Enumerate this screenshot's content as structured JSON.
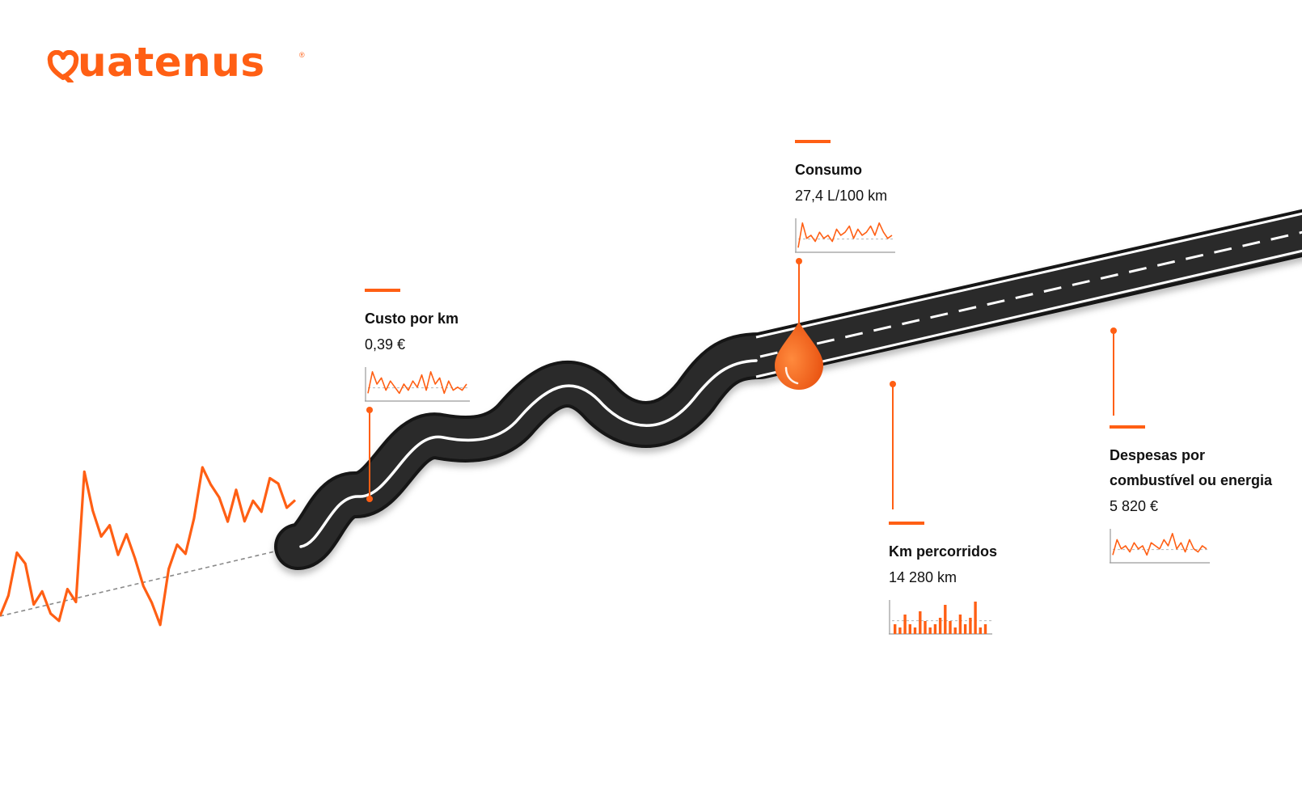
{
  "brand": {
    "name": "uatenus",
    "registered_mark": "®",
    "logo_icon": "heart-q-icon",
    "color": "#FF5F14"
  },
  "colors": {
    "accent": "#FF5F14",
    "road": "#1a1a1a",
    "road_edge": "#000000",
    "lane_marking": "#ffffff"
  },
  "metrics": [
    {
      "id": "custo",
      "title": "Custo por km",
      "value": "0,39 €",
      "spark_type": "line",
      "spark": [
        0.2,
        0.9,
        0.5,
        0.7,
        0.3,
        0.6,
        0.4,
        0.2,
        0.5,
        0.3,
        0.6,
        0.4,
        0.8,
        0.3,
        0.9,
        0.5,
        0.7,
        0.2,
        0.6,
        0.3,
        0.4,
        0.3,
        0.5
      ]
    },
    {
      "id": "consumo",
      "title": "Consumo",
      "value": "27,4 L/100 km",
      "spark_type": "line",
      "spark": [
        0.1,
        0.9,
        0.4,
        0.5,
        0.3,
        0.6,
        0.4,
        0.5,
        0.3,
        0.7,
        0.5,
        0.6,
        0.8,
        0.4,
        0.7,
        0.5,
        0.6,
        0.8,
        0.5,
        0.9,
        0.6,
        0.4,
        0.5
      ]
    },
    {
      "id": "km",
      "title": "Km percorridos",
      "value": "14 280 km",
      "spark_type": "bar",
      "spark": [
        0.3,
        0.2,
        0.6,
        0.3,
        0.2,
        0.7,
        0.4,
        0.2,
        0.3,
        0.5,
        0.9,
        0.4,
        0.2,
        0.6,
        0.3,
        0.5,
        1.0,
        0.2,
        0.3
      ]
    },
    {
      "id": "despesas",
      "title_lines": [
        "Despesas por",
        "combustível ou energia"
      ],
      "value": "5 820 €",
      "spark_type": "line",
      "spark": [
        0.2,
        0.7,
        0.4,
        0.5,
        0.3,
        0.6,
        0.4,
        0.5,
        0.2,
        0.6,
        0.5,
        0.4,
        0.7,
        0.5,
        0.9,
        0.4,
        0.6,
        0.3,
        0.7,
        0.4,
        0.3,
        0.5,
        0.4
      ]
    }
  ],
  "big_trend": [
    0.3,
    0.4,
    0.62,
    0.55,
    0.32,
    0.38,
    0.25,
    0.2,
    0.36,
    0.28,
    0.97,
    0.75,
    0.6,
    0.65,
    0.48,
    0.58,
    0.44,
    0.28,
    0.18,
    0.05,
    0.34,
    0.46,
    0.4,
    0.58,
    0.92,
    0.74,
    0.66,
    0.52,
    0.68,
    0.5,
    0.6,
    0.53,
    0.7,
    0.66,
    0.52,
    0.55
  ],
  "fuel_drop_icon": "fuel-drop-icon"
}
